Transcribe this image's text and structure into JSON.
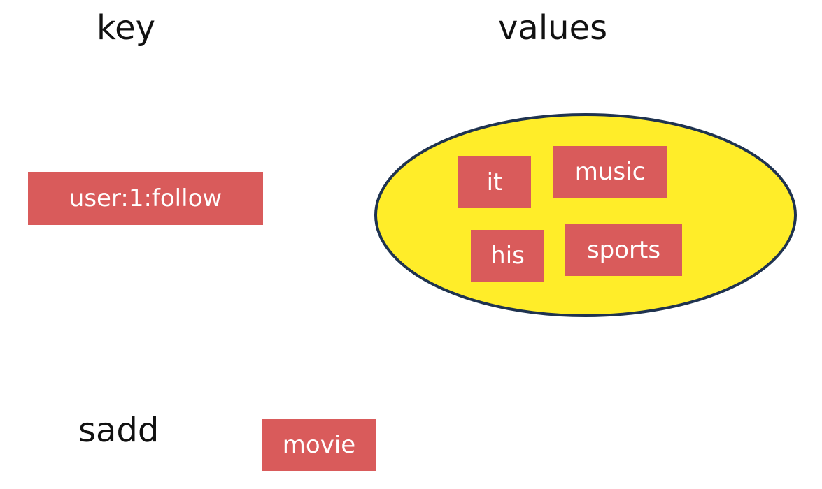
{
  "headings": {
    "key": "key",
    "values": "values"
  },
  "key_box": {
    "label": "user:1:follow"
  },
  "set_members": [
    {
      "label": "it"
    },
    {
      "label": "music"
    },
    {
      "label": "his"
    },
    {
      "label": "sports"
    }
  ],
  "command": {
    "name": "sadd",
    "argument": "movie"
  },
  "colors": {
    "box_fill": "#d95b5b",
    "box_text": "#ffffff",
    "ellipse_fill": "#ffed29",
    "ellipse_stroke": "#1f3350",
    "heading_text": "#111111"
  }
}
